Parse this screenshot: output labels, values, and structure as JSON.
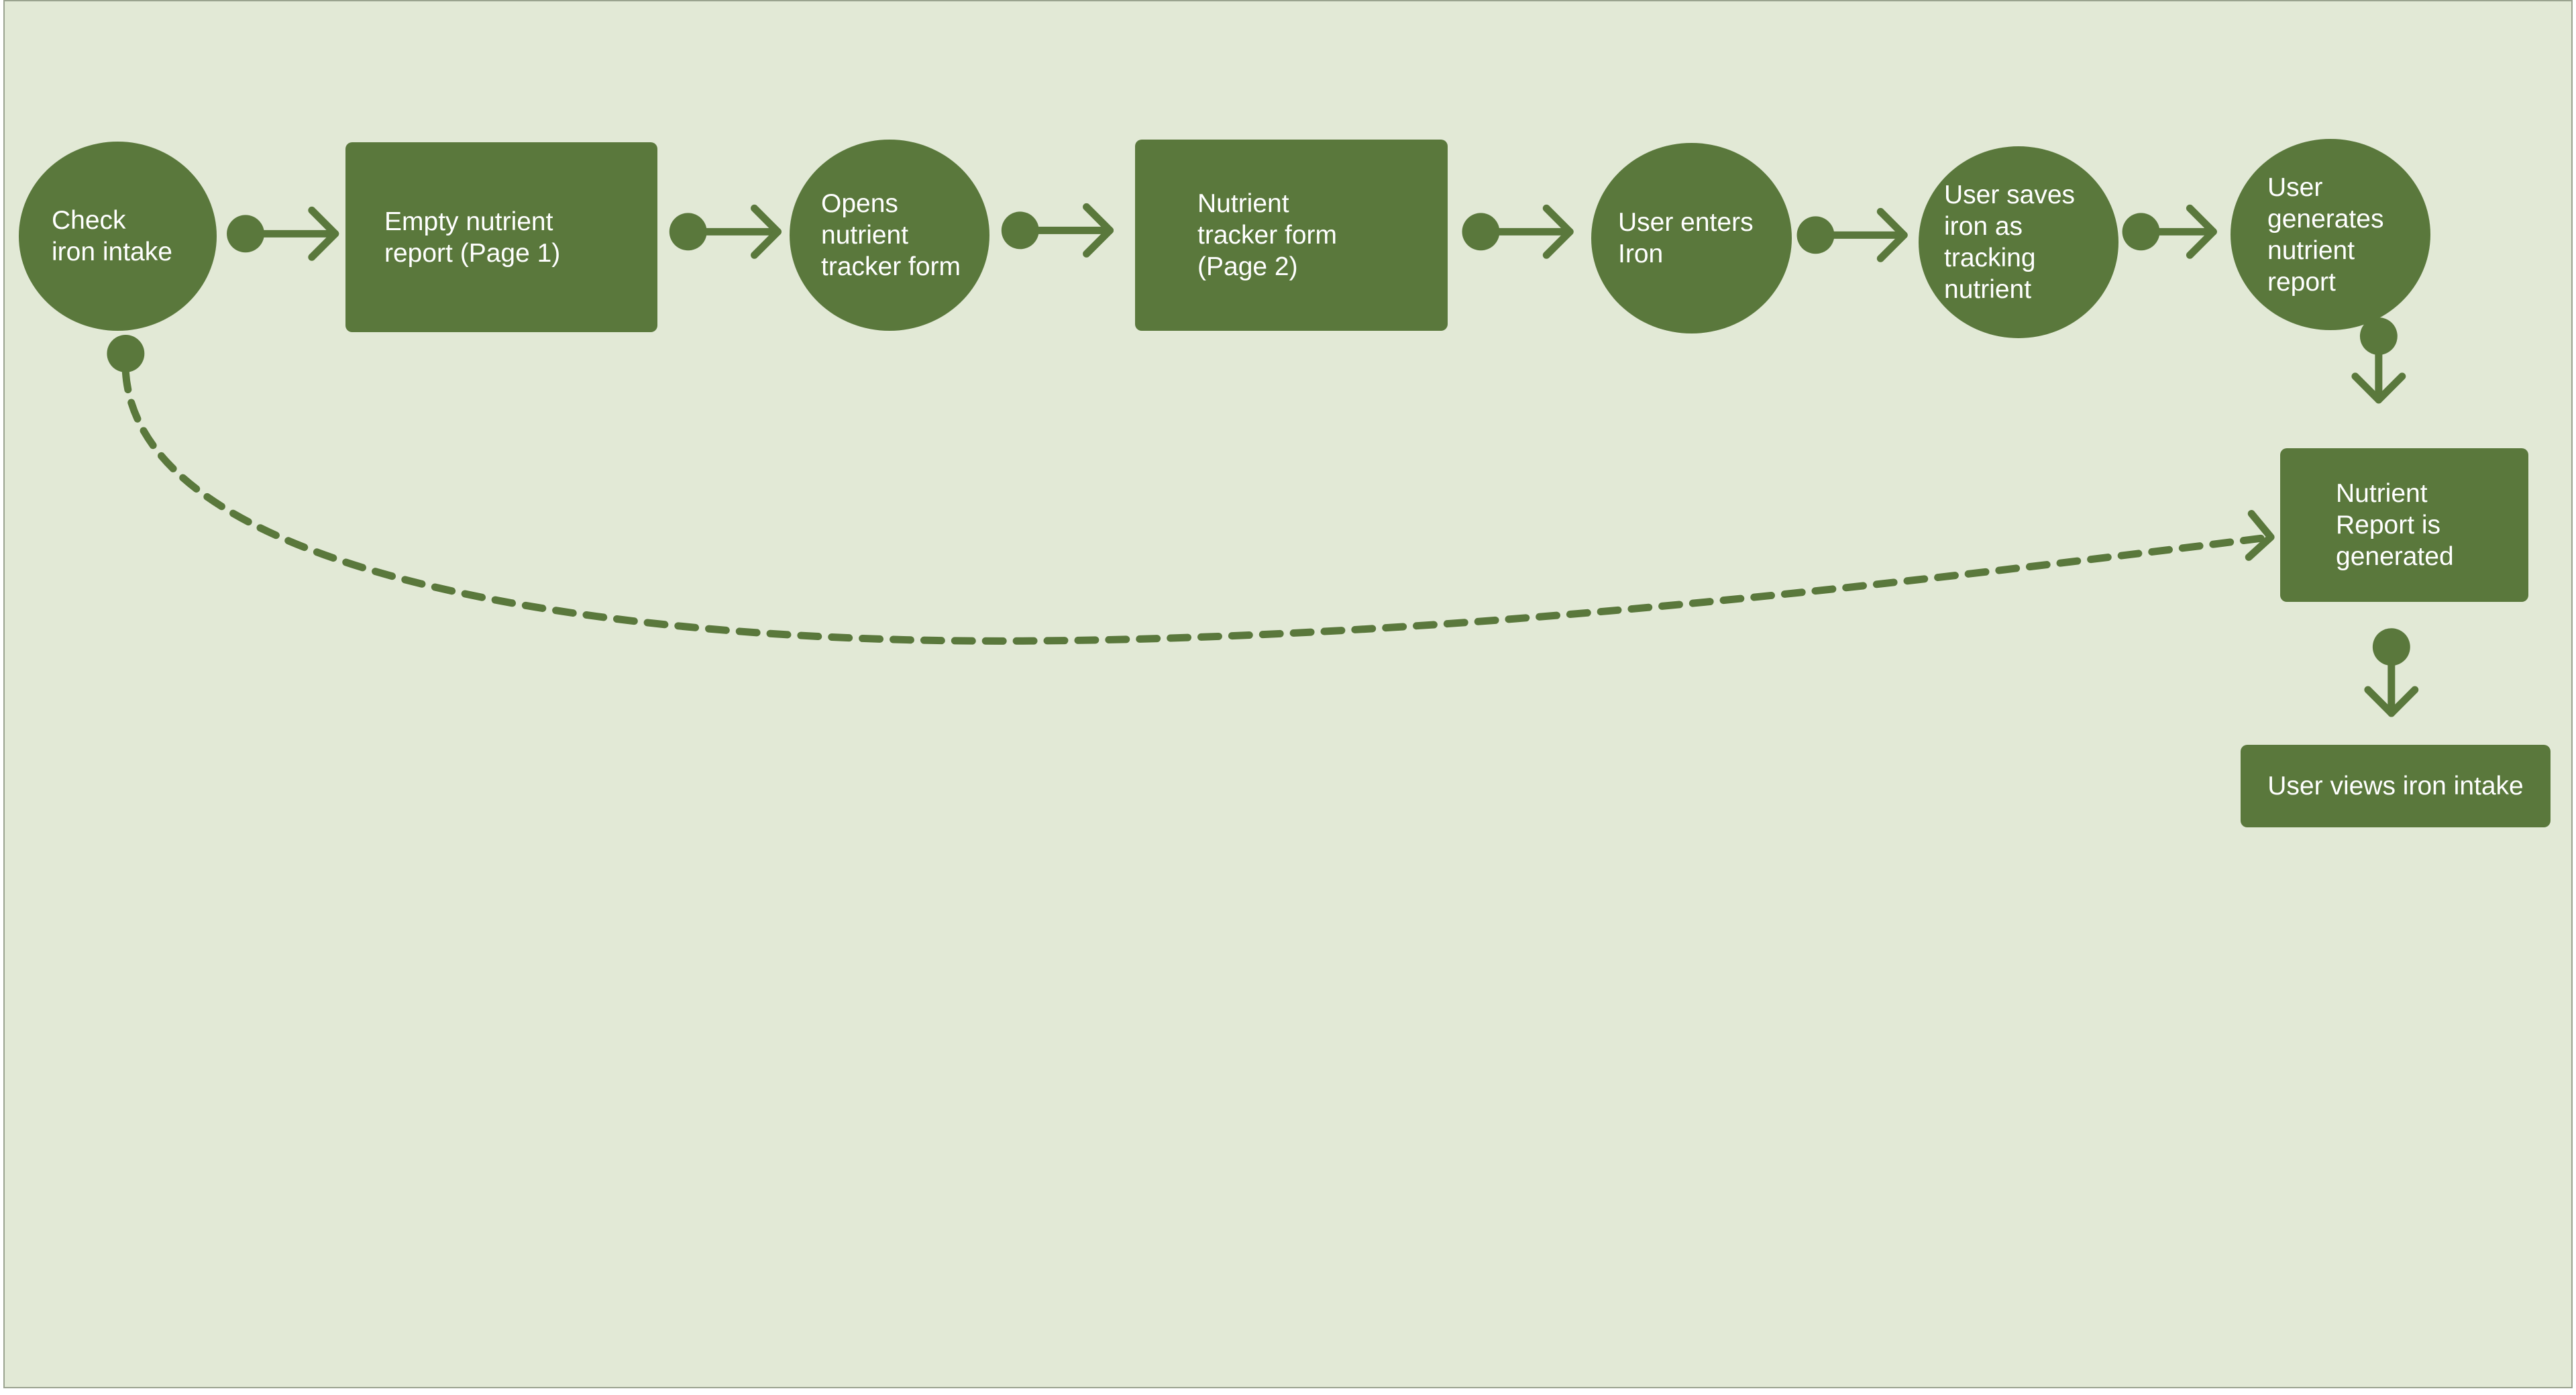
{
  "diagram": {
    "colors": {
      "background": "#e2e9d6",
      "node_fill": "#5a783c",
      "node_text": "#ffffff",
      "connector": "#5a783c"
    },
    "nodes": [
      {
        "id": "n1",
        "shape": "circle",
        "label": "Check\niron intake"
      },
      {
        "id": "n2",
        "shape": "rectangle",
        "label": "Empty nutrient\nreport (Page 1)"
      },
      {
        "id": "n3",
        "shape": "circle",
        "label": "Opens\nnutrient\ntracker form"
      },
      {
        "id": "n4",
        "shape": "rectangle",
        "label": "Nutrient\ntracker form\n(Page 2)"
      },
      {
        "id": "n5",
        "shape": "circle",
        "label": "User enters\nIron"
      },
      {
        "id": "n6",
        "shape": "circle",
        "label": "User saves\niron as\ntracking\nnutrient"
      },
      {
        "id": "n7",
        "shape": "circle",
        "label": "User\ngenerates\nnutrient\nreport"
      },
      {
        "id": "n8",
        "shape": "rectangle",
        "label": "Nutrient\nReport is\ngenerated"
      },
      {
        "id": "n9",
        "shape": "rectangle",
        "label": "User views iron intake"
      }
    ],
    "edges": [
      {
        "from": "n1",
        "to": "n2",
        "style": "solid"
      },
      {
        "from": "n2",
        "to": "n3",
        "style": "solid"
      },
      {
        "from": "n3",
        "to": "n4",
        "style": "solid"
      },
      {
        "from": "n4",
        "to": "n5",
        "style": "solid"
      },
      {
        "from": "n5",
        "to": "n6",
        "style": "solid"
      },
      {
        "from": "n6",
        "to": "n7",
        "style": "solid"
      },
      {
        "from": "n7",
        "to": "n8",
        "style": "solid"
      },
      {
        "from": "n8",
        "to": "n9",
        "style": "solid"
      },
      {
        "from": "n1",
        "to": "n8",
        "style": "dashed"
      }
    ]
  }
}
